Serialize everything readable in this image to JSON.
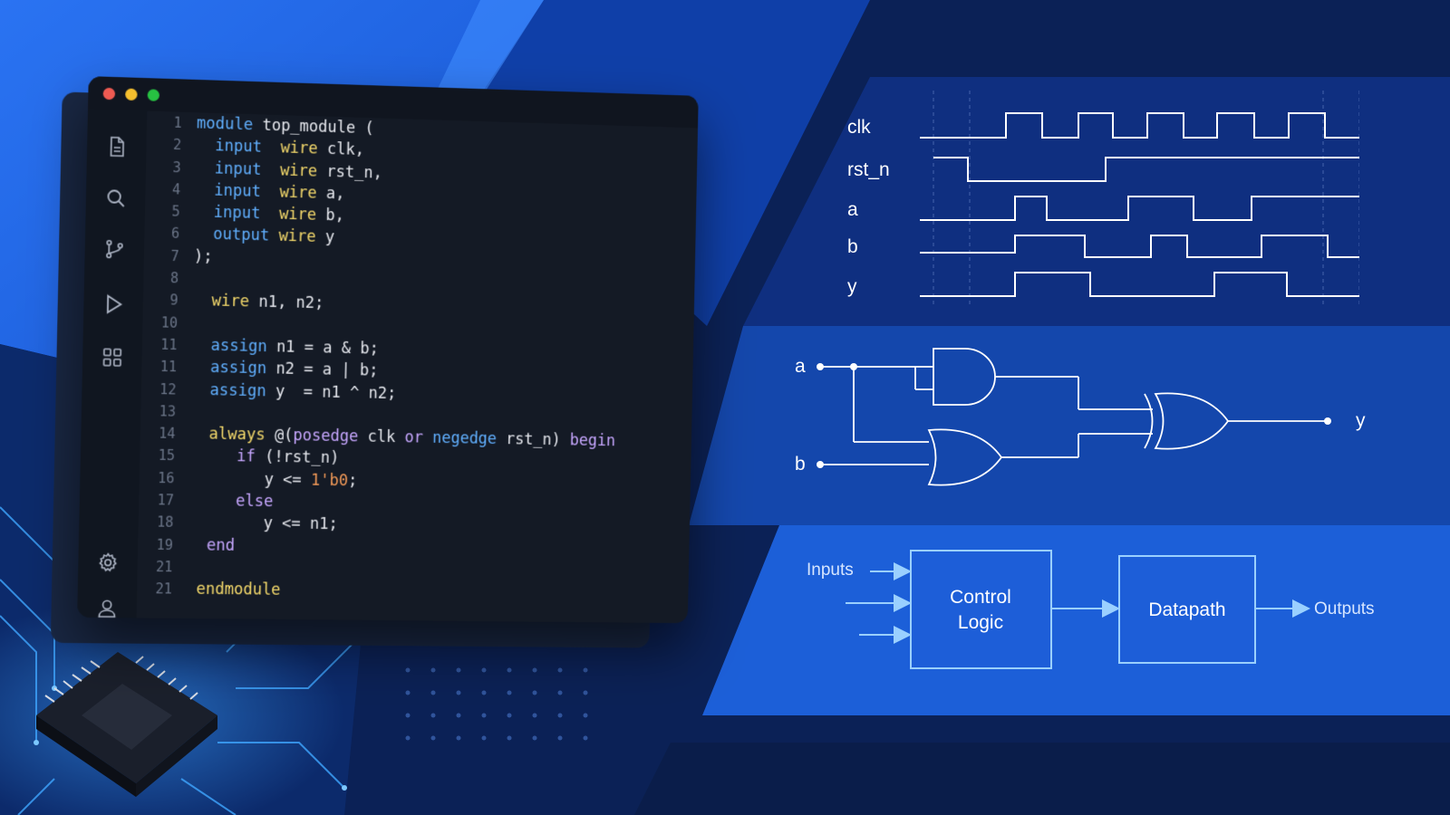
{
  "colors": {
    "background": "#0a1f4e",
    "accent_blue": "#1b5fe0",
    "editor_bg": "#141a25",
    "keyword": "#61b0ff",
    "type": "#f4d96b",
    "number": "#f39a58",
    "line_color": "#ffffff"
  },
  "window": {
    "controls": [
      "close",
      "minimize",
      "maximize"
    ]
  },
  "activity_bar": {
    "items": [
      "file-icon",
      "search-icon",
      "source-control-icon",
      "run-icon",
      "extensions-icon",
      "settings-icon",
      "account-icon"
    ]
  },
  "editor": {
    "line_numbers": [
      "1",
      "2",
      "3",
      "4",
      "5",
      "6",
      "7",
      "8",
      "9",
      "10",
      "11",
      "11",
      "12",
      "13",
      "14",
      "15",
      "16",
      "17",
      "18",
      "19",
      "21",
      "21"
    ],
    "lines": [
      [
        {
          "t": "module",
          "c": "kw"
        },
        {
          "t": " top_module (",
          "c": "op"
        }
      ],
      [
        {
          "t": "  input",
          "c": "kw"
        },
        {
          "t": "  wire",
          "c": "ty"
        },
        {
          "t": " clk,",
          "c": "op"
        }
      ],
      [
        {
          "t": "  input",
          "c": "kw"
        },
        {
          "t": "  wire",
          "c": "ty"
        },
        {
          "t": " rst_n,",
          "c": "op"
        }
      ],
      [
        {
          "t": "  input",
          "c": "kw"
        },
        {
          "t": "  wire",
          "c": "ty"
        },
        {
          "t": " a,",
          "c": "op"
        }
      ],
      [
        {
          "t": "  input",
          "c": "kw"
        },
        {
          "t": "  wire",
          "c": "ty"
        },
        {
          "t": " b,",
          "c": "op"
        }
      ],
      [
        {
          "t": "  output",
          "c": "kw"
        },
        {
          "t": " wire",
          "c": "ty"
        },
        {
          "t": " y",
          "c": "op"
        }
      ],
      [
        {
          "t": ");",
          "c": "op"
        }
      ],
      [],
      [
        {
          "t": "  wire",
          "c": "ty"
        },
        {
          "t": " n1, n2;",
          "c": "op"
        }
      ],
      [],
      [
        {
          "t": "  assign",
          "c": "kw"
        },
        {
          "t": " n1 = a & b;",
          "c": "op"
        }
      ],
      [
        {
          "t": "  assign",
          "c": "kw"
        },
        {
          "t": " n2 = a | b;",
          "c": "op"
        }
      ],
      [
        {
          "t": "  assign",
          "c": "kw"
        },
        {
          "t": " y  = n1 ^ n2;",
          "c": "op"
        }
      ],
      [],
      [
        {
          "t": "  always",
          "c": "ty"
        },
        {
          "t": " @(",
          "c": "op"
        },
        {
          "t": "posedge",
          "c": "pl"
        },
        {
          "t": " clk ",
          "c": "op"
        },
        {
          "t": "or",
          "c": "pl"
        },
        {
          "t": " ",
          "c": "op"
        },
        {
          "t": "negedge",
          "c": "kw"
        },
        {
          "t": " rst_n) ",
          "c": "op"
        },
        {
          "t": "begin",
          "c": "pl"
        }
      ],
      [
        {
          "t": "     if",
          "c": "pl"
        },
        {
          "t": " (!rst_n)",
          "c": "op"
        }
      ],
      [
        {
          "t": "        y <= ",
          "c": "op"
        },
        {
          "t": "1'b0",
          "c": "num"
        },
        {
          "t": ";",
          "c": "op"
        }
      ],
      [
        {
          "t": "     else",
          "c": "pl"
        }
      ],
      [
        {
          "t": "        y <= n1;",
          "c": "op"
        }
      ],
      [
        {
          "t": "  end",
          "c": "pl"
        }
      ],
      [],
      [
        {
          "t": " endmodule",
          "c": "ty"
        }
      ]
    ]
  },
  "waveforms": {
    "signals": [
      "clk",
      "rst_n",
      "a",
      "b",
      "y"
    ]
  },
  "gates": {
    "inputs": [
      "a",
      "b"
    ],
    "output": "y"
  },
  "block_diagram": {
    "inputs_label": "Inputs",
    "control_logic": [
      "Control",
      "Logic"
    ],
    "datapath": "Datapath",
    "outputs_label": "Outputs"
  }
}
